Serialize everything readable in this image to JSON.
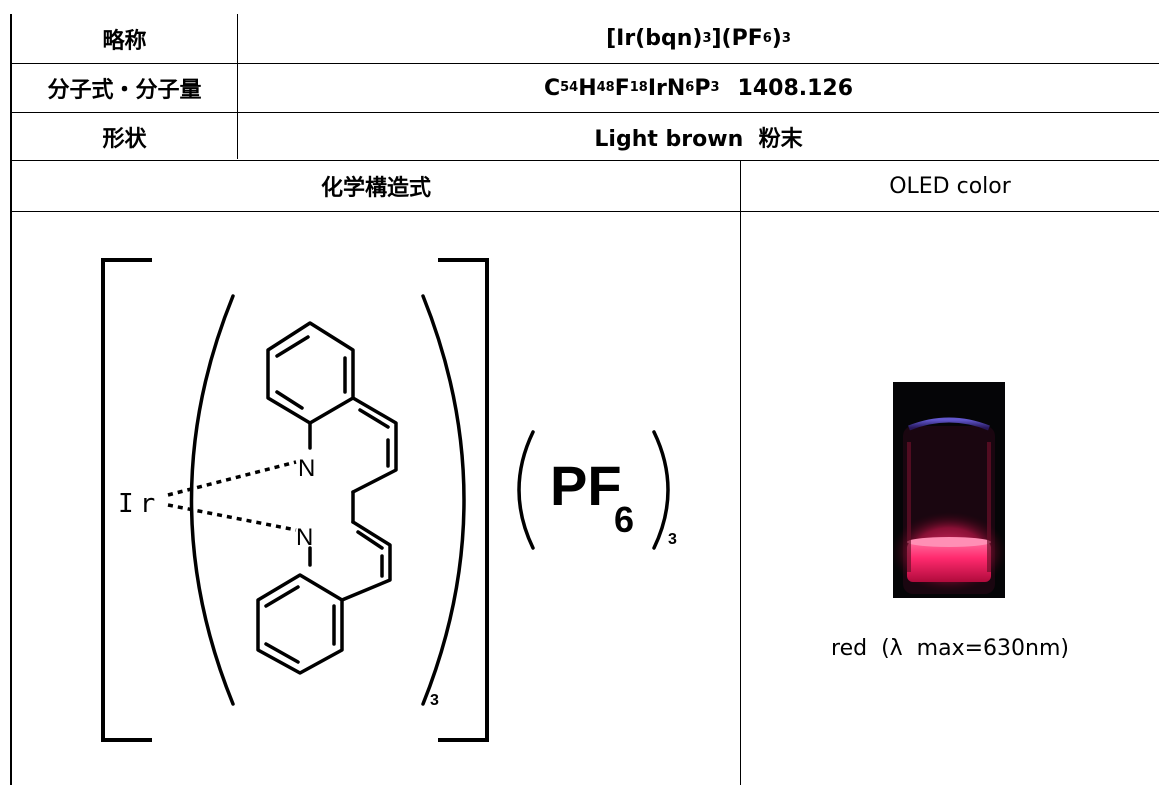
{
  "rows": {
    "abbreviation": {
      "label": "略称",
      "value": {
        "open": "[Ir(bqn)",
        "sub1": "3",
        "mid": "](PF",
        "sub2": "6",
        "close": ")",
        "sub3": "3"
      }
    },
    "formula": {
      "label": "分子式・分子量",
      "value": {
        "parts": [
          {
            "t": "C",
            "s": "54"
          },
          {
            "t": "H",
            "s": "48"
          },
          {
            "t": "F",
            "s": "18"
          },
          {
            "t": "IrN",
            "s": "6"
          },
          {
            "t": "P",
            "s": "3"
          }
        ],
        "weight": "1408.126"
      }
    },
    "appearance": {
      "label": "形状",
      "value": "Light brown  粉末"
    }
  },
  "columns": {
    "structure": "化学構造式",
    "oled": "OLED color"
  },
  "structure": {
    "metal": "Ir",
    "atom_n1": "N",
    "atom_n2": "N",
    "ligand_count": "3",
    "counter_ion_main": "PF",
    "counter_ion_sub": "6",
    "counter_ion_count": "3"
  },
  "oled": {
    "caption": "red  (λ  max=630nm)"
  },
  "colors": {
    "emission": "#ff2a6e",
    "vial_bg": "#050507",
    "glow": "#6b5cff"
  }
}
